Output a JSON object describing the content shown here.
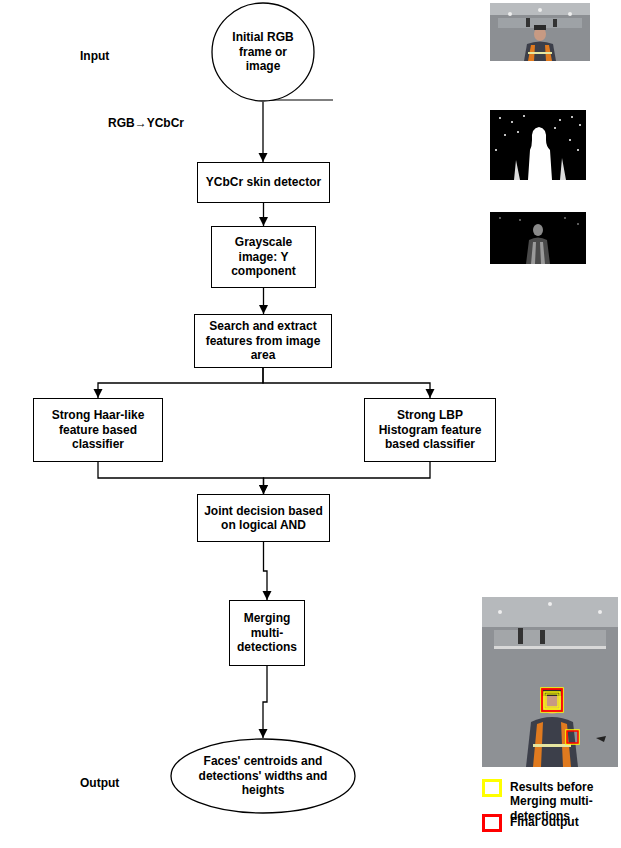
{
  "diagram": {
    "nodes": [
      {
        "text": [
          "Initial RGB frame or image"
        ]
      },
      {
        "text": [
          "YCbCr skin detector"
        ]
      },
      {
        "text": [
          "Grayscale image: Y component"
        ]
      },
      {
        "text": [
          "Search and extract features from image area"
        ]
      },
      {
        "text": [
          "Strong Haar-like feature based classifier"
        ]
      },
      {
        "text": [
          "Strong LBP Histogram feature based classifier"
        ]
      },
      {
        "text": [
          "Joint decision based on logical AND"
        ]
      },
      {
        "text": [
          "Merging multi-detections"
        ]
      },
      {
        "text": [
          "Faces' centroids and detections' widths and heights"
        ]
      }
    ],
    "edges": [
      {
        "from": 0,
        "to": 1,
        "arrow": "to",
        "label": "RGB→YCbCr"
      },
      {
        "from": 1,
        "to": 2,
        "arrow": "to"
      },
      {
        "from": 2,
        "to": 3,
        "arrow": "to"
      },
      {
        "from": 3,
        "to": 4,
        "arrow": "to"
      },
      {
        "from": 3,
        "to": 5,
        "arrow": "to"
      },
      {
        "from": 4,
        "to": 6,
        "arrow": "to"
      },
      {
        "from": 5,
        "to": 6,
        "arrow": "to"
      },
      {
        "from": 6,
        "to": 7,
        "arrow": "to"
      },
      {
        "from": 7,
        "to": 8,
        "arrow": "to"
      }
    ],
    "labels": [
      "Input",
      "Output"
    ],
    "legend": [
      {
        "text": "Results before Merging multi-detections",
        "color": "#ffff00"
      },
      {
        "text": "Final output",
        "color": "#ff0000"
      }
    ]
  }
}
